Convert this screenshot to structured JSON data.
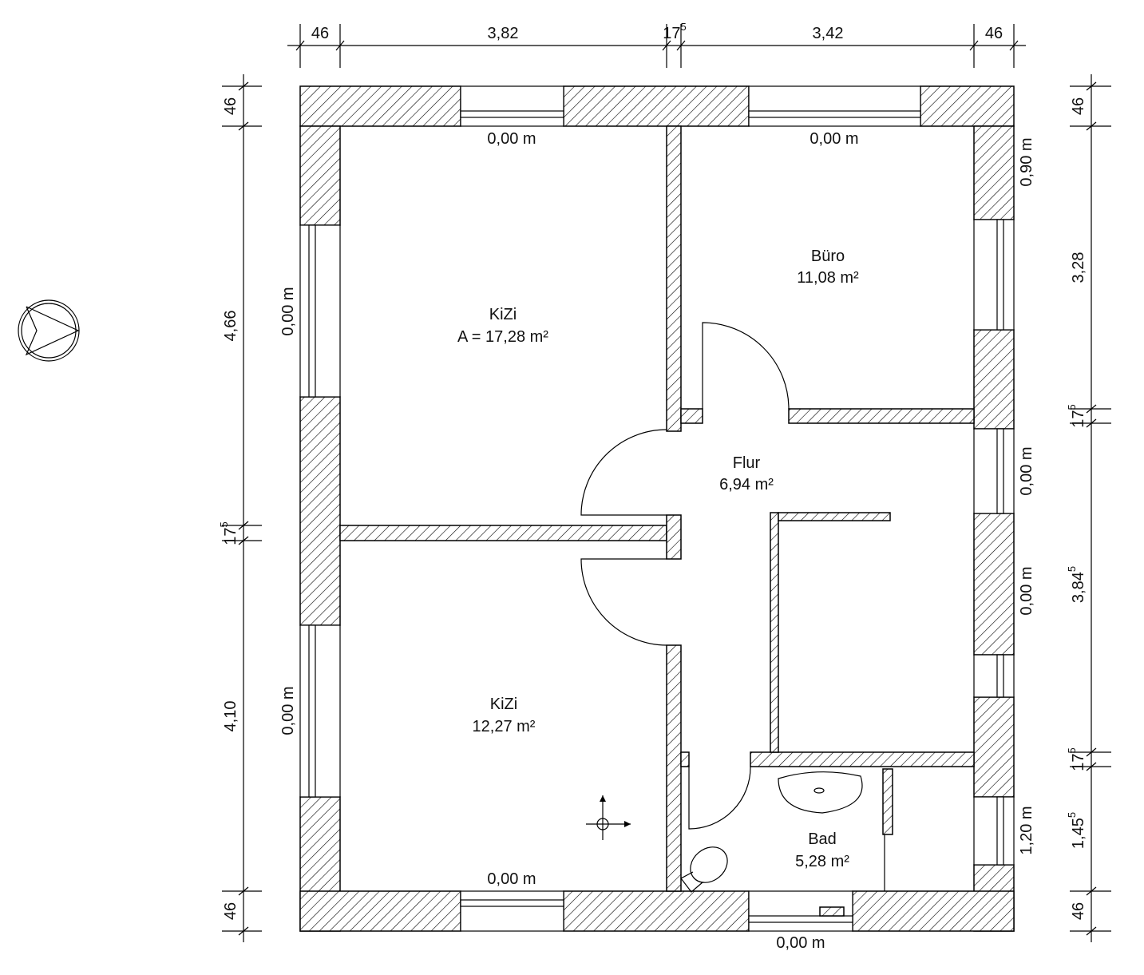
{
  "rooms": [
    {
      "name": "KiZi",
      "area": "A = 17,28 m²"
    },
    {
      "name": "Büro",
      "area": "11,08 m²"
    },
    {
      "name": "Flur",
      "area": "6,94 m²"
    },
    {
      "name": "KiZi",
      "area": "12,27 m²"
    },
    {
      "name": "Bad",
      "area": "5,28 m²"
    }
  ],
  "window_labels": {
    "top_left": "0,00 m",
    "top_right": "0,00 m",
    "left_upper": "0,00 m",
    "left_lower": "0,00 m",
    "right_1": "0,90 m",
    "right_2": "0,00 m",
    "right_3": "0,00 m",
    "right_4": "1,20 m",
    "bottom_left": "0,00 m",
    "bottom_right": "0,00 m"
  },
  "dims_top": [
    {
      "v": "46"
    },
    {
      "v": "3,82"
    },
    {
      "v": "17",
      "sup": "5"
    },
    {
      "v": "3,42"
    },
    {
      "v": "46"
    }
  ],
  "dims_left": [
    {
      "v": "46"
    },
    {
      "v": "4,66"
    },
    {
      "v": "17",
      "sup": "5"
    },
    {
      "v": "4,10"
    },
    {
      "v": "46"
    }
  ],
  "dims_right": [
    {
      "v": "46"
    },
    {
      "v": "3,28"
    },
    {
      "v": "17",
      "sup": "5"
    },
    {
      "v": "3,84",
      "sup": "5"
    },
    {
      "v": "17",
      "sup": "5"
    },
    {
      "v": "1,45",
      "sup": "5"
    },
    {
      "v": "46"
    }
  ],
  "colors": {
    "line": "#000000",
    "background": "#ffffff"
  }
}
